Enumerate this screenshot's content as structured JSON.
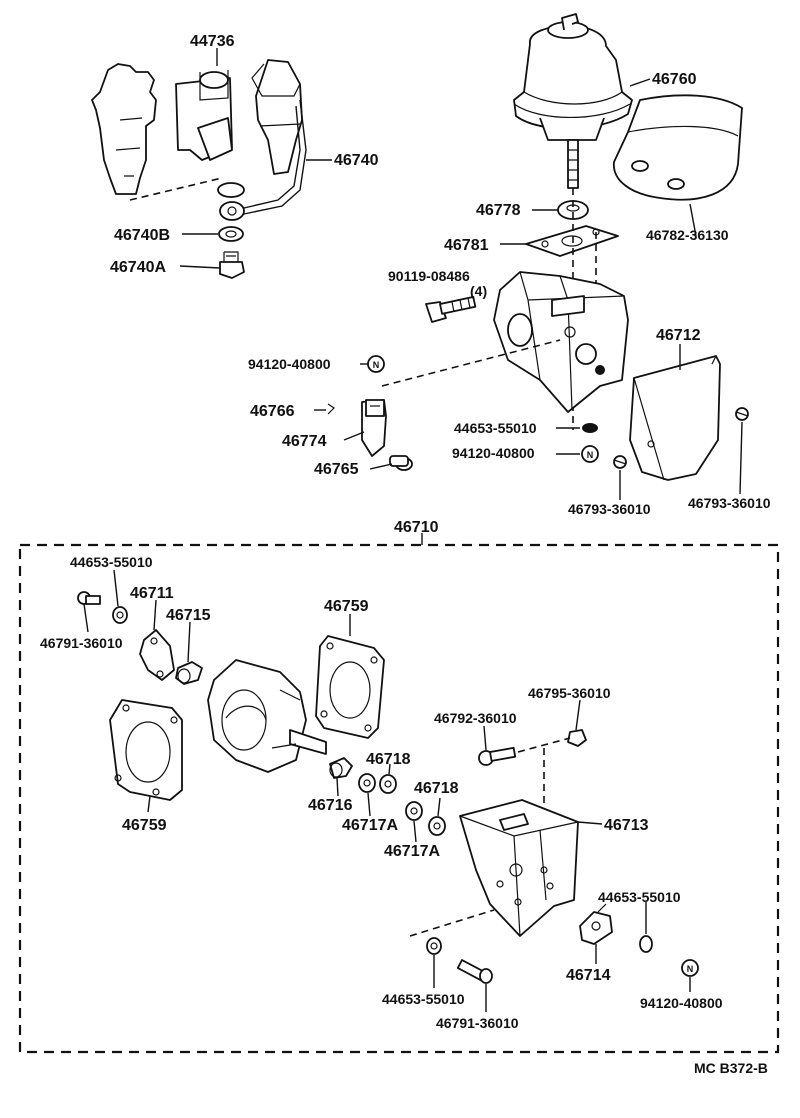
{
  "labels": {
    "p44736": "44736",
    "p46760": "46760",
    "p46740": "46740",
    "p46740B": "46740B",
    "p46740A": "46740A",
    "p46778": "46778",
    "p46782": "46782-36130",
    "p46781": "46781",
    "p90119": "90119-08486",
    "p90119qty": "(4)",
    "p46712": "46712",
    "p94120a": "94120-40800",
    "p46766": "46766",
    "p46774": "46774",
    "p46765": "46765",
    "p44653a": "44653-55010",
    "p94120b": "94120-40800",
    "p46793a": "46793-36010",
    "p46793b": "46793-36010",
    "p46710": "46710",
    "p44653b": "44653-55010",
    "p46711": "46711",
    "p46715": "46715",
    "p46759a": "46759",
    "p46791a": "46791-36010",
    "p46759b": "46759",
    "p46795": "46795-36010",
    "p46792": "46792-36010",
    "p46718a": "46718",
    "p46718b": "46718",
    "p46716": "46716",
    "p46717Aa": "46717A",
    "p46713": "46713",
    "p46717Ab": "46717A",
    "p44653c": "44653-55010",
    "p46714": "46714",
    "p44653d": "44653-55010",
    "p46791b": "46791-36010",
    "p94120c": "94120-40800"
  },
  "nut_symbol": "N",
  "diagram_code": "MC B372-B"
}
